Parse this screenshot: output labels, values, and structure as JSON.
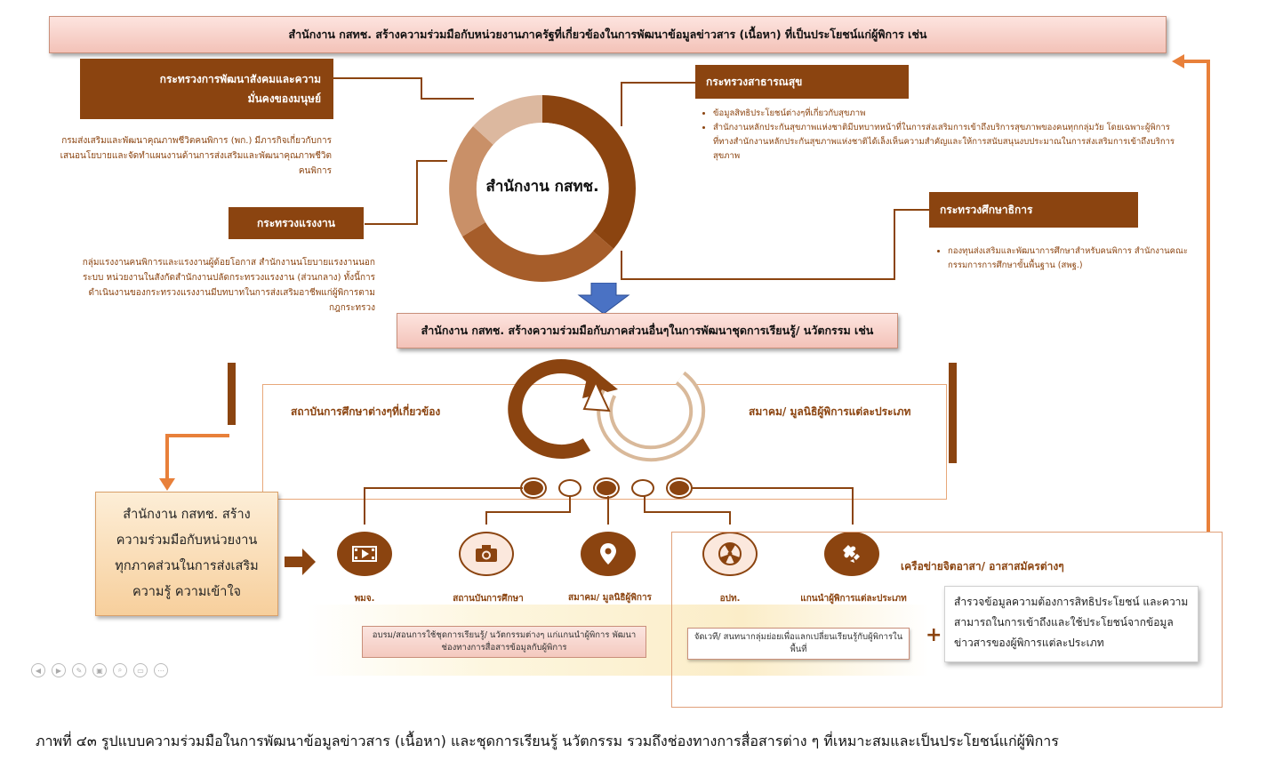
{
  "top_banner": "สำนักงาน กสทช. สร้างความร่วมมือกับหน่วยงานภาครัฐที่เกี่ยวข้องในการพัฒนาข้อมูลข่าวสาร (เนื้อหา) ที่เป็นประโยชน์แก่ผู้พิการ เช่น",
  "center_label": "สำนักงาน กสทช.",
  "ministries": {
    "social": {
      "title": "กระทรวงการพัฒนาสังคมและความมั่นคงของมนุษย์",
      "desc": "กรมส่งเสริมและพัฒนาคุณภาพชีวิตคนพิการ (พก.) มีภารกิจเกี่ยวกับการเสนอนโยบายและจัดทำแผนงานด้านการส่งเสริมและพัฒนาคุณภาพชีวิตคนพิการ"
    },
    "labour": {
      "title": "กระทรวงแรงงาน",
      "desc": "กลุ่มแรงงานคนพิการและแรงงานผู้ด้อยโอกาส สำนักงานนโยบายแรงงานนอกระบบ หน่วยงานในสังกัดสำนักงานปลัดกระทรวงแรงงาน (ส่วนกลาง) ทั้งนี้การดำเนินงานของกระทรวงแรงงานมีบทบาทในการส่งเสริมอาชีพแก่ผู้พิการตามกฎกระทรวง"
    },
    "health": {
      "title": "กระทรวงสาธารณสุข",
      "items": [
        "ข้อมูลสิทธิประโยชน์ต่างๆที่เกี่ยวกับสุขภาพ",
        "สำนักงานหลักประกันสุขภาพแห่งชาติมีบทบาทหน้าที่ในการส่งเสริมการเข้าถึงบริการสุขภาพของคนทุกกลุ่มวัย โดยเฉพาะผู้พิการที่ทางสำนักงานหลักประกันสุขภาพแห่งชาติได้เล็งเห็นความสำคัญและให้การสนับสนุนงบประมาณในการส่งเสริมการเข้าถึงบริการสุขภาพ"
      ]
    },
    "education": {
      "title": "กระทรวงศึกษาธิการ",
      "items": [
        "กองทุนส่งเสริมและพัฒนาการศึกษาสำหรับคนพิการ สำนักงานคณะกรรมการการศึกษาขั้นพื้นฐาน (สพฐ.)"
      ]
    }
  },
  "middle_banner": "สำนักงาน กสทช. สร้างความร่วมมือกับภาคส่วนอื่นๆในการพัฒนาชุดการเรียนรู้/ นวัตกรรม เช่น",
  "cycle": {
    "left_label": "สถาบันการศึกษาต่างๆที่เกี่ยวข้อง",
    "right_label": "สมาคม/ มูลนิธิผู้พิการแต่ละประเภท"
  },
  "left_box": "สำนักงาน กสทช. สร้างความร่วมมือกับหน่วยงานทุกภาคส่วนในการส่งเสริมความรู้ ความเข้าใจ",
  "icons": [
    {
      "icon": "video-icon",
      "label": "พมจ."
    },
    {
      "icon": "camera-icon",
      "label": "สถานบันการศึกษา"
    },
    {
      "icon": "location-pin-icon",
      "label": "สมาคม/ มูลนิธิผู้พิการ"
    },
    {
      "icon": "radiation-icon",
      "label": "อปท."
    },
    {
      "icon": "puzzle-icon",
      "label": "แกนนำผู้พิการแต่ละประเภท"
    }
  ],
  "notes": {
    "left": "อบรม/สอนการใช้ชุดการเรียนรู้/ นวัตกรรมต่างๆ แก่แกนนำผู้พิการ พัฒนาช่องทางการสื่อสารข้อมูลกับผู้พิการ",
    "middle": "จัดเวที/ สนทนากลุ่มย่อยเพื่อแลกเปลี่ยนเรียนรู้กับผู้พิการในพื้นที่"
  },
  "network_label": "เครือข่ายจิตอาสา/ อาสาสมัครต่างๆ",
  "plus_sign": "+",
  "survey_box": "สำรวจข้อมูลความต้องการสิทธิประโยชน์ และความสามารถในการเข้าถึงและใช้ประโยชน์จากข้อมูลข่าวสารของผู้พิการแต่ละประเภท",
  "caption": "ภาพที่ ๔๓ รูปแบบความร่วมมือในการพัฒนาข้อมูลข่าวสาร (เนื้อหา) และชุดการเรียนรู้ นวัตกรรม รวมถึงช่องทางการสื่อสารต่าง ๆ ที่เหมาะสมและเป็นประโยชน์แก่ผู้พิการ",
  "colors": {
    "brown": "#8b4410",
    "orange": "#e8803a",
    "pink": "#f3c2b8"
  },
  "nav_icons": [
    "back-icon",
    "forward-icon",
    "pen-icon",
    "copy-icon",
    "zoom-icon",
    "screen-icon",
    "more-icon"
  ]
}
